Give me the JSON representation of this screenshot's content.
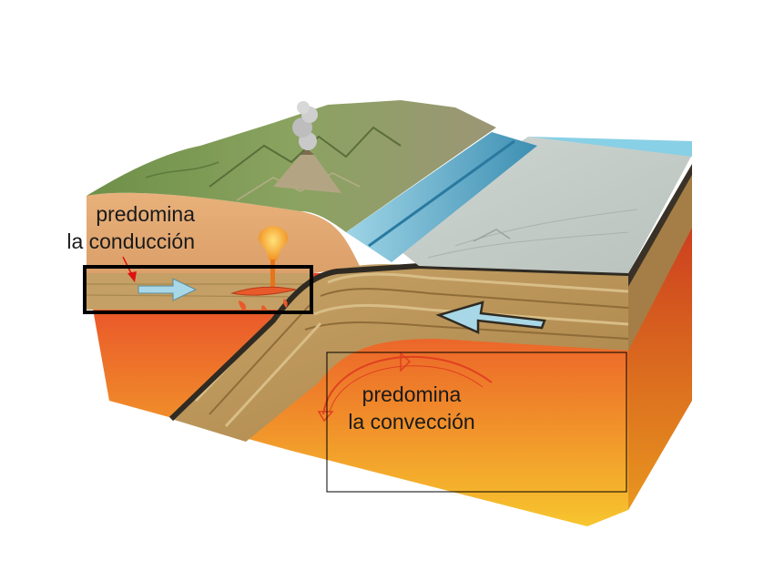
{
  "labels": {
    "conduction": {
      "line1": "predomina",
      "line2": "la conducción"
    },
    "convection": {
      "line1": "predomina",
      "line2": "la convección"
    }
  },
  "colors": {
    "mantle_top": "#e8462a",
    "mantle_bottom": "#f7c02c",
    "crust": "#b8935a",
    "crust_dark": "#8c6a3a",
    "ocean": "#6ec6e0",
    "land_green": "#7a9a55",
    "magma": "#f5a020",
    "conduction_pointer": "#e01010",
    "convection_arrow": "#e04020",
    "plate_arrow": "#a8d8e8",
    "frame": "#000000"
  },
  "icons": {
    "volcano": "volcano-icon",
    "smoke": "smoke-plume-icon",
    "magma_chamber": "magma-chamber-icon",
    "plate_motion": "plate-motion-arrow-icon",
    "convection_cell": "convection-cell-arrow-icon"
  }
}
